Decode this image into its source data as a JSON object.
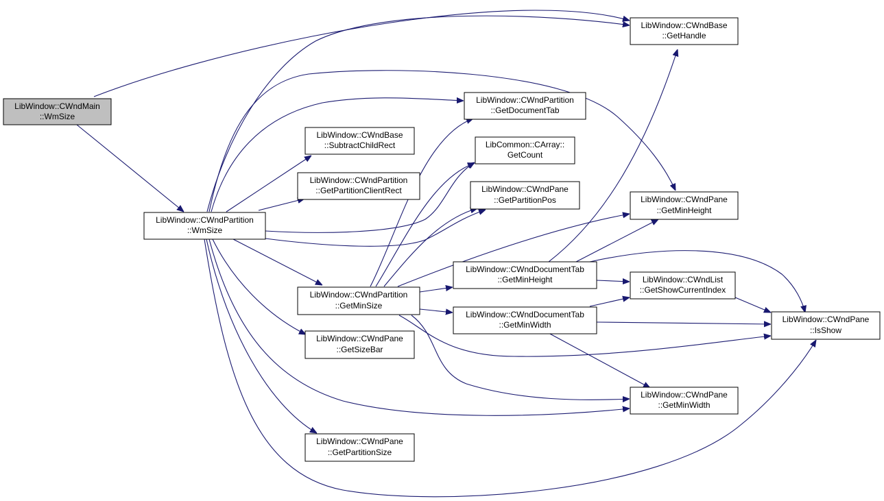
{
  "graph": {
    "nodes": {
      "root": {
        "line1": "LibWindow::CWndMain",
        "line2": "::WmSize"
      },
      "wmsize": {
        "line1": "LibWindow::CWndPartition",
        "line2": "::WmSize"
      },
      "gethandle": {
        "line1": "LibWindow::CWndBase",
        "line2": "::GetHandle"
      },
      "getdoctab": {
        "line1": "LibWindow::CWndPartition",
        "line2": "::GetDocumentTab"
      },
      "subtract": {
        "line1": "LibWindow::CWndBase",
        "line2": "::SubtractChildRect"
      },
      "getcount": {
        "line1": "LibCommon::CArray::",
        "line2": "GetCount"
      },
      "getpartclient": {
        "line1": "LibWindow::CWndPartition",
        "line2": "::GetPartitionClientRect"
      },
      "getpartpos": {
        "line1": "LibWindow::CWndPane",
        "line2": "::GetPartitionPos"
      },
      "pane_minheight": {
        "line1": "LibWindow::CWndPane",
        "line2": "::GetMinHeight"
      },
      "doc_minheight": {
        "line1": "LibWindow::CWndDocumentTab",
        "line2": "::GetMinHeight"
      },
      "getshowidx": {
        "line1": "LibWindow::CWndList",
        "line2": "::GetShowCurrentIndex"
      },
      "getminsize": {
        "line1": "LibWindow::CWndPartition",
        "line2": "::GetMinSize"
      },
      "doc_minwidth": {
        "line1": "LibWindow::CWndDocumentTab",
        "line2": "::GetMinWidth"
      },
      "isshow": {
        "line1": "LibWindow::CWndPane",
        "line2": "::IsShow"
      },
      "getsizebar": {
        "line1": "LibWindow::CWndPane",
        "line2": "::GetSizeBar"
      },
      "pane_minwidth": {
        "line1": "LibWindow::CWndPane",
        "line2": "::GetMinWidth"
      },
      "getpartsize": {
        "line1": "LibWindow::CWndPane",
        "line2": "::GetPartitionSize"
      }
    },
    "colors": {
      "edge": "#191970",
      "root_fill": "#bfbfbf",
      "node_fill": "#ffffff",
      "border": "#000000"
    }
  }
}
